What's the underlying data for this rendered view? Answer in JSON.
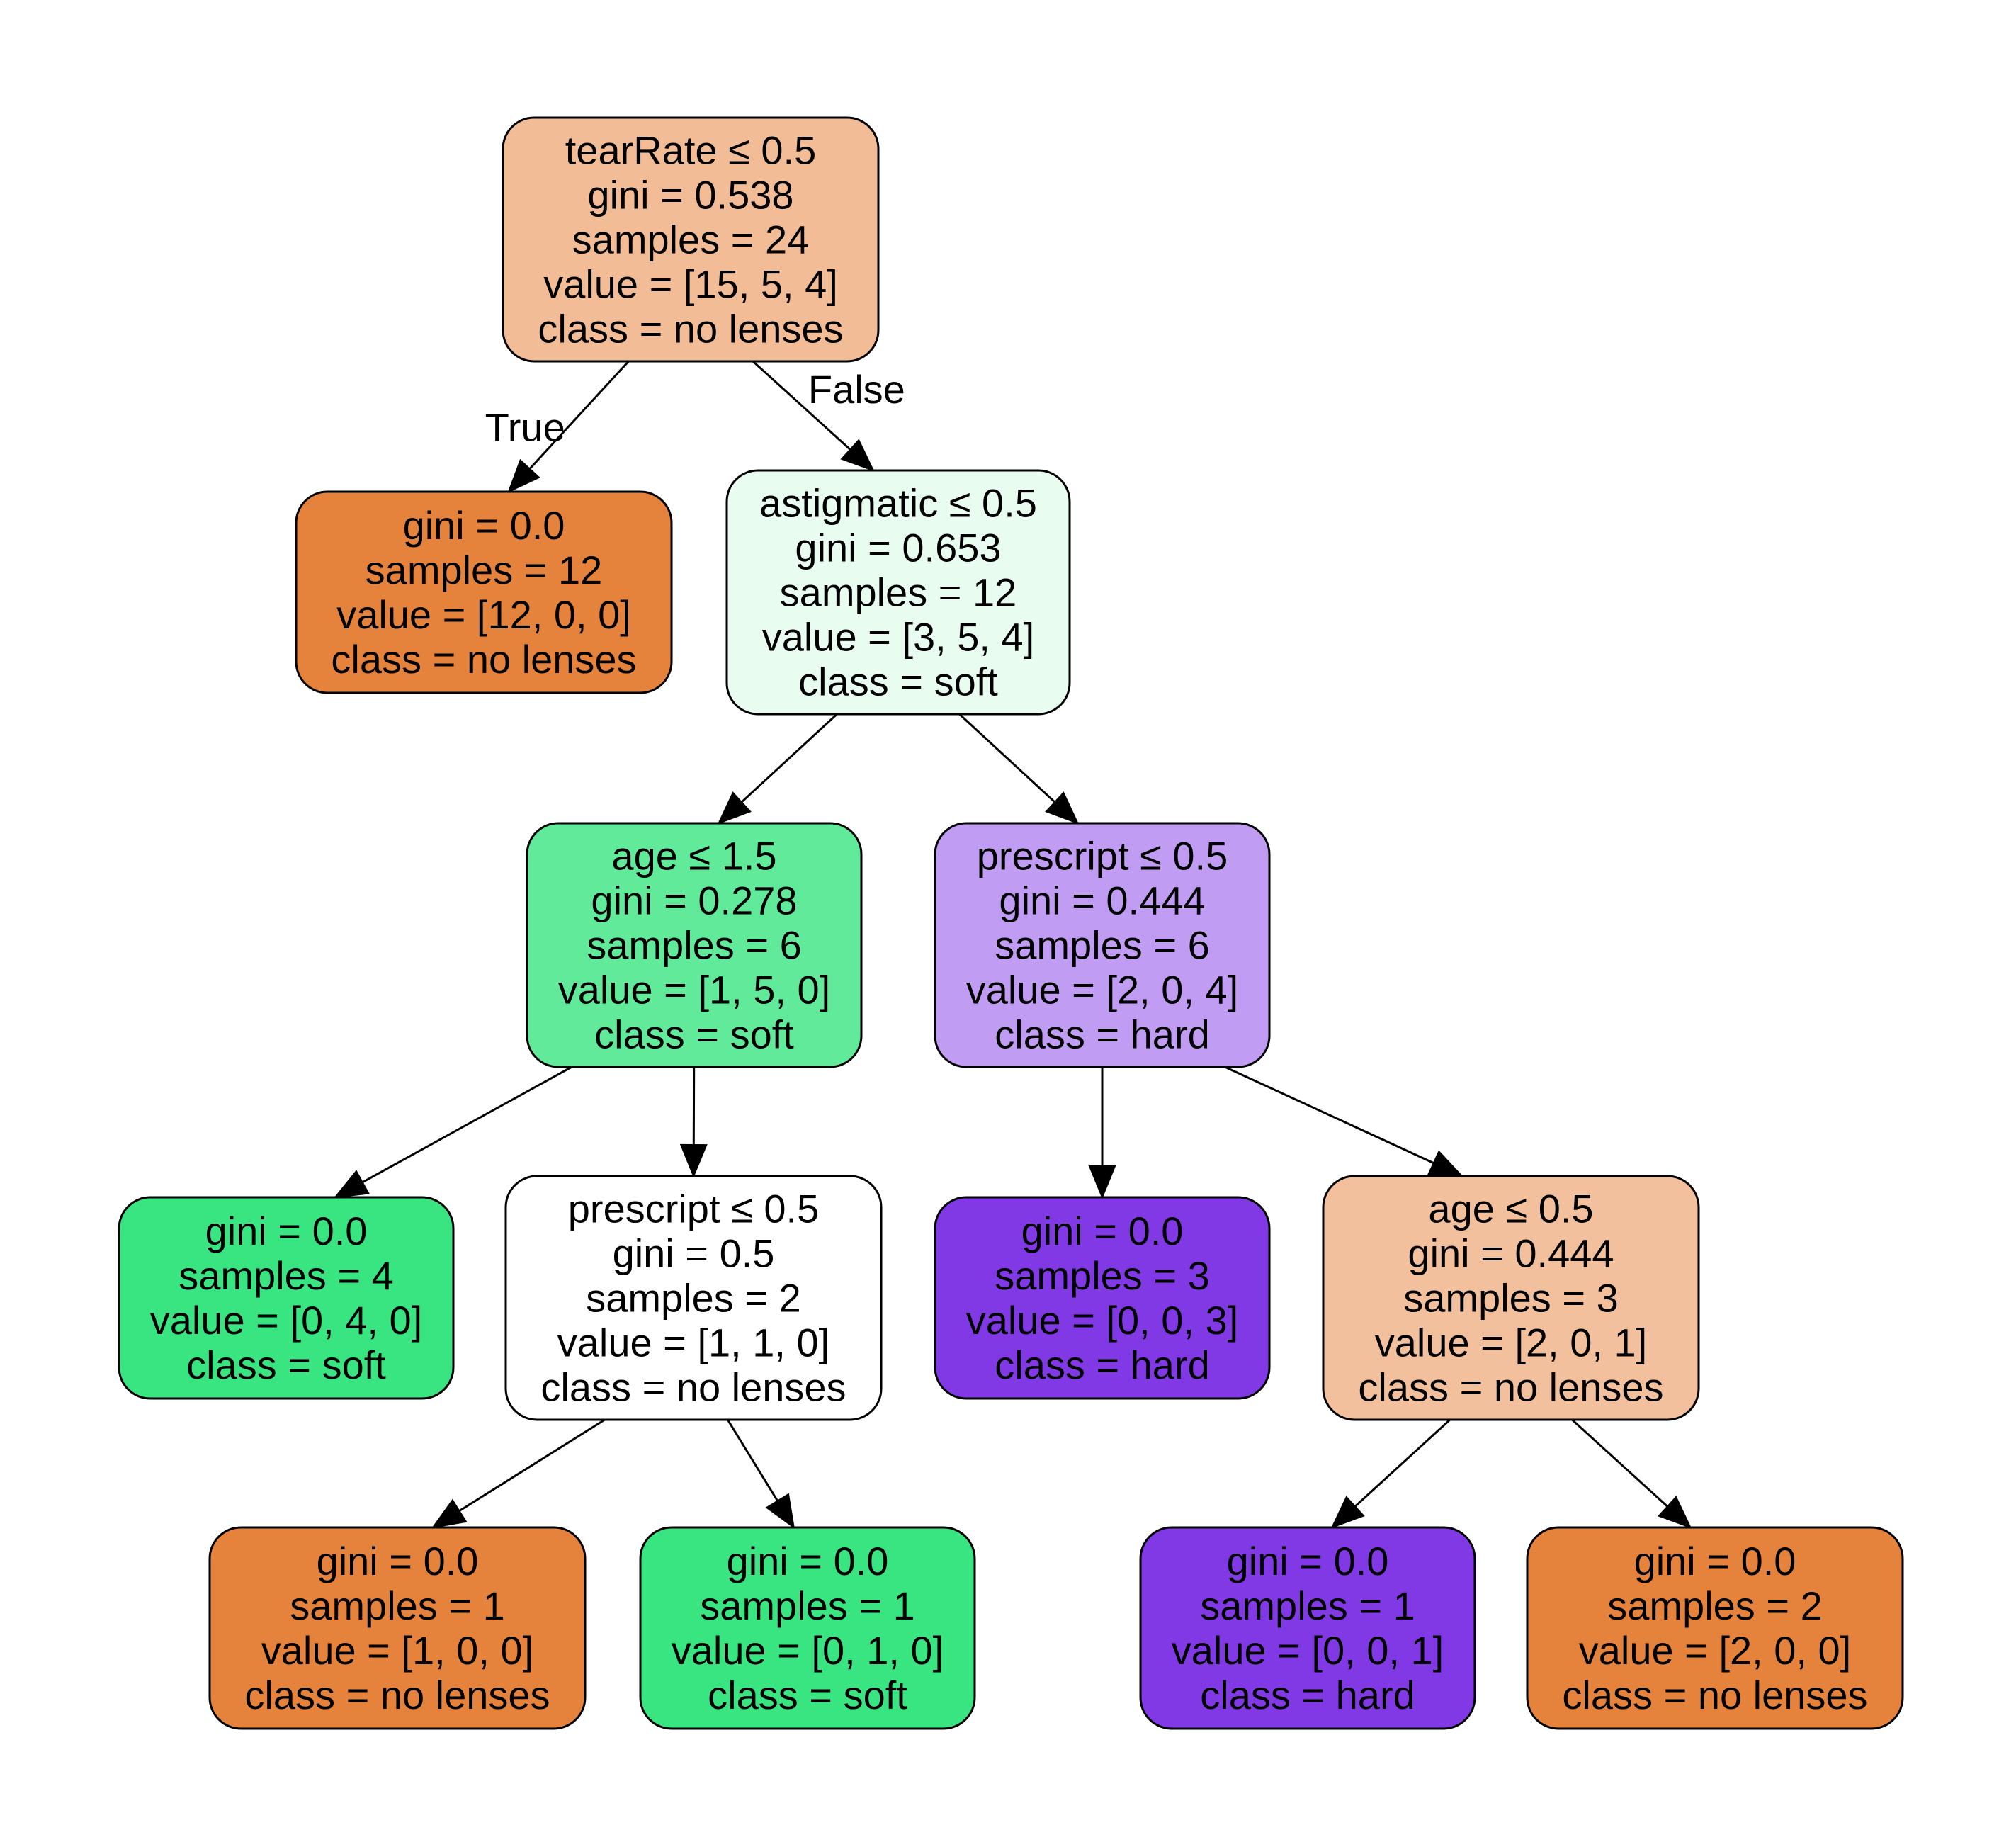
{
  "tree": {
    "nodes": [
      {
        "id": "n0",
        "lines": [
          "tearRate ≤ 0.5",
          "gini = 0.538",
          "samples = 24",
          "value = [15, 5, 4]",
          "class = no lenses"
        ],
        "fill": "#f1bc96"
      },
      {
        "id": "n1",
        "lines": [
          "gini = 0.0",
          "samples = 12",
          "value = [12, 0, 0]",
          "class = no lenses"
        ],
        "fill": "#e5833c"
      },
      {
        "id": "n2",
        "lines": [
          "astigmatic ≤ 0.5",
          "gini = 0.653",
          "samples = 12",
          "value = [3, 5, 4]",
          "class = soft"
        ],
        "fill": "#e8fcf0"
      },
      {
        "id": "n3",
        "lines": [
          "age ≤ 1.5",
          "gini = 0.278",
          "samples = 6",
          "value = [1, 5, 0]",
          "class = soft"
        ],
        "fill": "#61ea9a"
      },
      {
        "id": "n4",
        "lines": [
          "prescript ≤ 0.5",
          "gini = 0.444",
          "samples = 6",
          "value = [2, 0, 4]",
          "class = hard"
        ],
        "fill": "#c09cf2"
      },
      {
        "id": "n5",
        "lines": [
          "gini = 0.0",
          "samples = 4",
          "value = [0, 4, 0]",
          "class = soft"
        ],
        "fill": "#39e581"
      },
      {
        "id": "n6",
        "lines": [
          "prescript ≤ 0.5",
          "gini = 0.5",
          "samples = 2",
          "value = [1, 1, 0]",
          "class = no lenses"
        ],
        "fill": "#ffffff"
      },
      {
        "id": "n7",
        "lines": [
          "gini = 0.0",
          "samples = 3",
          "value = [0, 0, 3]",
          "class = hard"
        ],
        "fill": "#8139e5"
      },
      {
        "id": "n8",
        "lines": [
          "age ≤ 0.5",
          "gini = 0.444",
          "samples = 3",
          "value = [2, 0, 1]",
          "class = no lenses"
        ],
        "fill": "#f2c09c"
      },
      {
        "id": "n9",
        "lines": [
          "gini = 0.0",
          "samples = 1",
          "value = [1, 0, 0]",
          "class = no lenses"
        ],
        "fill": "#e5833c"
      },
      {
        "id": "n10",
        "lines": [
          "gini = 0.0",
          "samples = 1",
          "value = [0, 1, 0]",
          "class = soft"
        ],
        "fill": "#39e581"
      },
      {
        "id": "n11",
        "lines": [
          "gini = 0.0",
          "samples = 1",
          "value = [0, 0, 1]",
          "class = hard"
        ],
        "fill": "#8139e5"
      },
      {
        "id": "n12",
        "lines": [
          "gini = 0.0",
          "samples = 2",
          "value = [2, 0, 0]",
          "class = no lenses"
        ],
        "fill": "#e5833c"
      }
    ],
    "edges": [
      {
        "from": "n0",
        "to": "n1",
        "label": "True"
      },
      {
        "from": "n0",
        "to": "n2",
        "label": "False"
      },
      {
        "from": "n2",
        "to": "n3"
      },
      {
        "from": "n2",
        "to": "n4"
      },
      {
        "from": "n3",
        "to": "n5"
      },
      {
        "from": "n3",
        "to": "n6"
      },
      {
        "from": "n4",
        "to": "n7"
      },
      {
        "from": "n4",
        "to": "n8"
      },
      {
        "from": "n6",
        "to": "n9"
      },
      {
        "from": "n6",
        "to": "n10"
      },
      {
        "from": "n8",
        "to": "n11"
      },
      {
        "from": "n8",
        "to": "n12"
      }
    ]
  }
}
